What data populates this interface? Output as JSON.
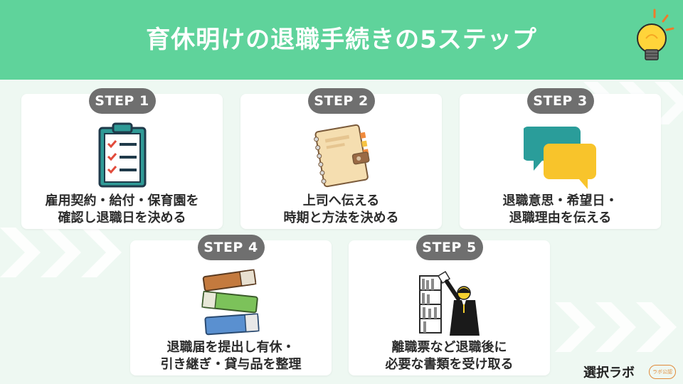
{
  "title": "育休明けの退職手続きの5ステップ",
  "colors": {
    "header": "#5fd39b",
    "background": "#eef8f2",
    "badge": "#6f6f6f",
    "card": "#ffffff"
  },
  "steps": [
    {
      "badge": "STEP 1",
      "icon": "clipboard-checklist-icon",
      "line1": "雇用契約・給付・保育園を",
      "line2": "確認し退職日を決める"
    },
    {
      "badge": "STEP 2",
      "icon": "planner-notebook-icon",
      "line1": "上司へ伝える",
      "line2": "時期と方法を決める"
    },
    {
      "badge": "STEP 3",
      "icon": "speech-bubbles-icon",
      "line1": "退職意思・希望日・",
      "line2": "退職理由を伝える"
    },
    {
      "badge": "STEP 4",
      "icon": "book-stack-icon",
      "line1": "退職届を提出し有休・",
      "line2": "引き継ぎ・貸与品を整理"
    },
    {
      "badge": "STEP 5",
      "icon": "person-reaching-shelf-icon",
      "line1": "離職票など退職後に",
      "line2": "必要な書類を受け取る"
    }
  ],
  "brand": {
    "name": "選択ラボ",
    "seal_text": "ラボ公認"
  }
}
